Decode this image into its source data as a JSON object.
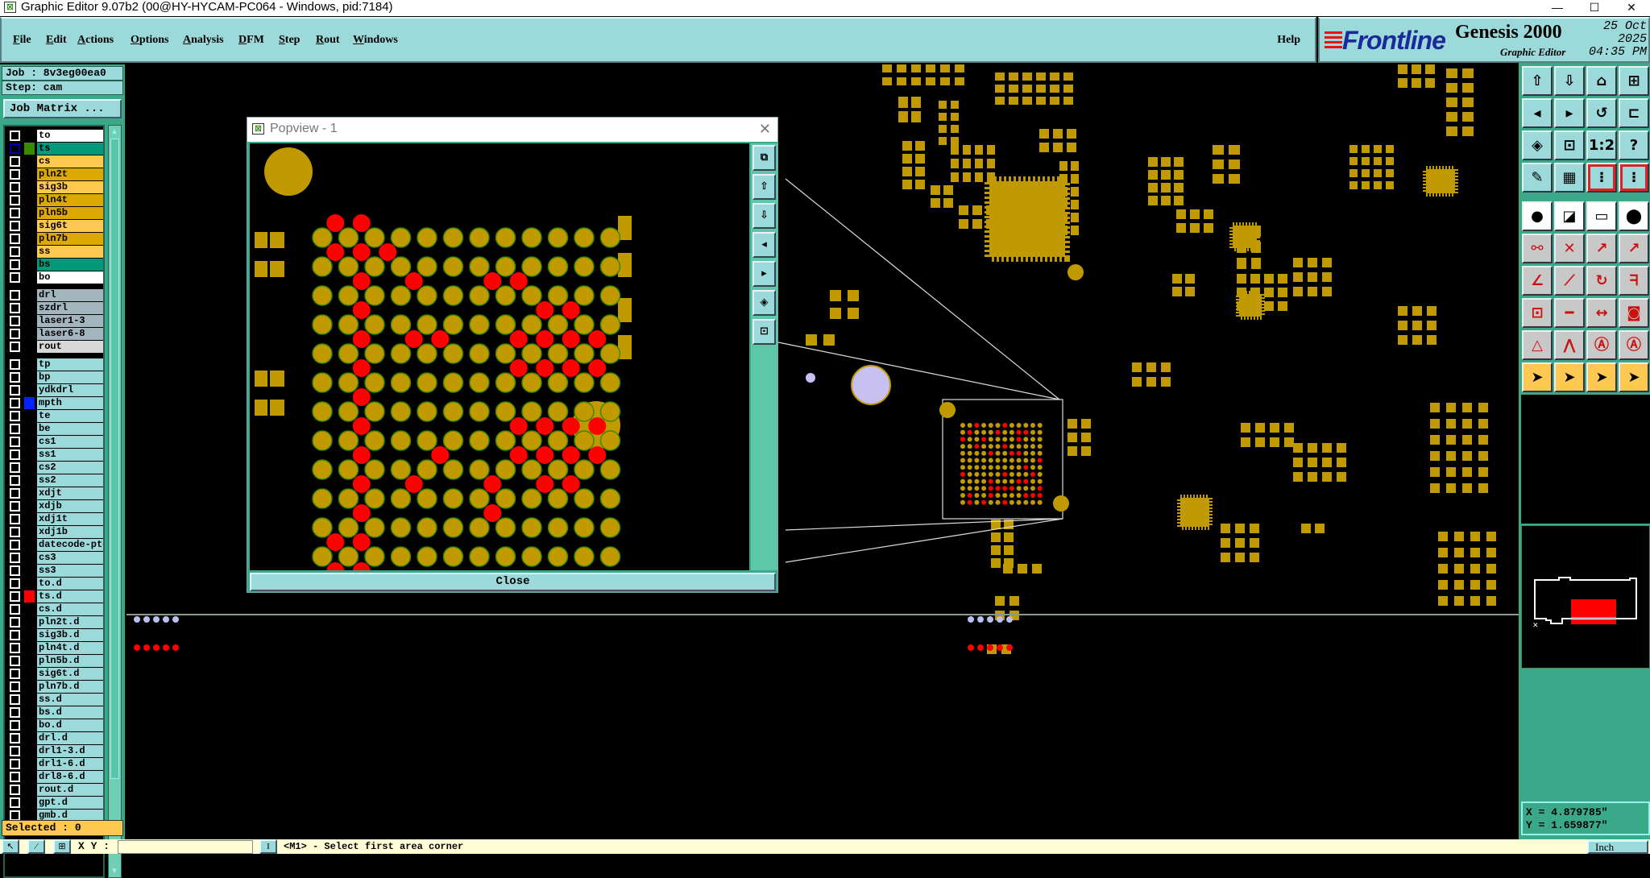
{
  "window": {
    "title": "Graphic Editor 9.07b2 (00@HY-HYCAM-PC064 - Windows, pid:7184)",
    "minimize": "—",
    "maximize": "☐",
    "close": "✕"
  },
  "menu": [
    "File",
    "Edit",
    "Actions",
    "Options",
    "Analysis",
    "DFM",
    "Step",
    "Rout",
    "Windows"
  ],
  "help": "Help",
  "brand": {
    "logo": "Frontline",
    "product": "Genesis 2000",
    "subtitle": "Graphic Editor",
    "date": "25 Oct 2025",
    "time": "04:35 PM"
  },
  "job": {
    "job": "Job : 8v3eg00ea0",
    "step": "Step: cam",
    "job_matrix": "Job Matrix ..."
  },
  "layers": [
    {
      "name": "to",
      "color": "#ffffff",
      "group": 0
    },
    {
      "name": "ts",
      "color": "#00997a",
      "group": 0,
      "swatch": "#3a8a00",
      "active": true
    },
    {
      "name": "cs",
      "color": "#ffc850",
      "group": 0
    },
    {
      "name": "pln2t",
      "color": "#dda800",
      "group": 0
    },
    {
      "name": "sig3b",
      "color": "#ffc850",
      "group": 0
    },
    {
      "name": "pln4t",
      "color": "#dda800",
      "group": 0
    },
    {
      "name": "pln5b",
      "color": "#dda800",
      "group": 0
    },
    {
      "name": "sig6t",
      "color": "#ffc850",
      "group": 0
    },
    {
      "name": "pln7b",
      "color": "#dda800",
      "group": 0
    },
    {
      "name": "ss",
      "color": "#ffc850",
      "group": 0
    },
    {
      "name": "bs",
      "color": "#00997a",
      "group": 0
    },
    {
      "name": "bo",
      "color": "#ffffff",
      "group": 0
    },
    {
      "name": "drl",
      "color": "#a3b5bd",
      "group": 1
    },
    {
      "name": "szdrl",
      "color": "#a3b5bd",
      "group": 1
    },
    {
      "name": "laser1-3",
      "color": "#a3b5bd",
      "group": 1
    },
    {
      "name": "laser6-8",
      "color": "#a3b5bd",
      "group": 1
    },
    {
      "name": "rout",
      "color": "#d8d8d8",
      "group": 1
    },
    {
      "name": "tp",
      "color": "#9cd9da",
      "group": 2
    },
    {
      "name": "bp",
      "color": "#9cd9da",
      "group": 2
    },
    {
      "name": "ydkdrl",
      "color": "#9cd9da",
      "group": 2
    },
    {
      "name": "mpth",
      "color": "#9cd9da",
      "group": 2,
      "swatch": "#0022ff"
    },
    {
      "name": "te",
      "color": "#9cd9da",
      "group": 2
    },
    {
      "name": "be",
      "color": "#9cd9da",
      "group": 2
    },
    {
      "name": "cs1",
      "color": "#9cd9da",
      "group": 2
    },
    {
      "name": "ss1",
      "color": "#9cd9da",
      "group": 2
    },
    {
      "name": "cs2",
      "color": "#9cd9da",
      "group": 2
    },
    {
      "name": "ss2",
      "color": "#9cd9da",
      "group": 2
    },
    {
      "name": "xdjt",
      "color": "#9cd9da",
      "group": 2
    },
    {
      "name": "xdjb",
      "color": "#9cd9da",
      "group": 2
    },
    {
      "name": "xdj1t",
      "color": "#9cd9da",
      "group": 2
    },
    {
      "name": "xdj1b",
      "color": "#9cd9da",
      "group": 2
    },
    {
      "name": "datecode-pto",
      "color": "#9cd9da",
      "group": 2
    },
    {
      "name": "cs3",
      "color": "#9cd9da",
      "group": 2
    },
    {
      "name": "ss3",
      "color": "#9cd9da",
      "group": 2
    },
    {
      "name": "to.d",
      "color": "#9cd9da",
      "group": 2
    },
    {
      "name": "ts.d",
      "color": "#9cd9da",
      "group": 2,
      "swatch": "#ff0000"
    },
    {
      "name": "cs.d",
      "color": "#9cd9da",
      "group": 2
    },
    {
      "name": "pln2t.d",
      "color": "#9cd9da",
      "group": 2
    },
    {
      "name": "sig3b.d",
      "color": "#9cd9da",
      "group": 2
    },
    {
      "name": "pln4t.d",
      "color": "#9cd9da",
      "group": 2
    },
    {
      "name": "pln5b.d",
      "color": "#9cd9da",
      "group": 2
    },
    {
      "name": "sig6t.d",
      "color": "#9cd9da",
      "group": 2
    },
    {
      "name": "pln7b.d",
      "color": "#9cd9da",
      "group": 2
    },
    {
      "name": "ss.d",
      "color": "#9cd9da",
      "group": 2
    },
    {
      "name": "bs.d",
      "color": "#9cd9da",
      "group": 2
    },
    {
      "name": "bo.d",
      "color": "#9cd9da",
      "group": 2
    },
    {
      "name": "drl.d",
      "color": "#9cd9da",
      "group": 2
    },
    {
      "name": "drl1-3.d",
      "color": "#9cd9da",
      "group": 2
    },
    {
      "name": "drl1-6.d",
      "color": "#9cd9da",
      "group": 2
    },
    {
      "name": "drl8-6.d",
      "color": "#9cd9da",
      "group": 2
    },
    {
      "name": "rout.d",
      "color": "#9cd9da",
      "group": 2
    },
    {
      "name": "gpt.d",
      "color": "#9cd9da",
      "group": 2
    },
    {
      "name": "gmb.d",
      "color": "#9cd9da",
      "group": 2
    }
  ],
  "selected": "Selected : 0",
  "status": {
    "xy_label": "X Y :",
    "xy_value": "",
    "prompt": "<M1> - Select first area corner",
    "units": "Inch"
  },
  "coords": {
    "x": "X = 4.879785\"",
    "y": "Y = 1.659877\""
  },
  "popview": {
    "title": "Popview - 1",
    "close_label": "Close"
  },
  "toolbar": [
    {
      "icon": "zoom-in-layer-icon",
      "glyph": "⇧",
      "style": "t"
    },
    {
      "icon": "zoom-out-layer-icon",
      "glyph": "⇩",
      "style": "t"
    },
    {
      "icon": "home-icon",
      "glyph": "⌂",
      "style": "t"
    },
    {
      "icon": "xy-window-icon",
      "glyph": "⊞",
      "style": "t"
    },
    {
      "icon": "pan-left-icon",
      "glyph": "◂",
      "style": "t"
    },
    {
      "icon": "pan-right-icon",
      "glyph": "▸",
      "style": "t"
    },
    {
      "icon": "undo-view-icon",
      "glyph": "↺",
      "style": "t"
    },
    {
      "icon": "snap-icon",
      "glyph": "⊏",
      "style": "t"
    },
    {
      "icon": "zoom-fit-icon",
      "glyph": "◈",
      "style": "t"
    },
    {
      "icon": "zoom-center-icon",
      "glyph": "⊡",
      "style": "t"
    },
    {
      "icon": "scale-1-2-icon",
      "glyph": "1:2",
      "style": "t"
    },
    {
      "icon": "help-icon",
      "glyph": "?",
      "style": "t"
    },
    {
      "icon": "tools-icon",
      "glyph": "✎",
      "style": "t"
    },
    {
      "icon": "grid-icon",
      "glyph": "▦",
      "style": "t"
    },
    {
      "icon": "netlist-top-icon",
      "glyph": "⁝",
      "style": "r"
    },
    {
      "icon": "netlist-bottom-icon",
      "glyph": "⁝",
      "style": "r"
    },
    {
      "icon": "select-feature-icon",
      "glyph": "●",
      "style": "w"
    },
    {
      "icon": "measure-icon",
      "glyph": "◪",
      "style": "w"
    },
    {
      "icon": "ruler-icon",
      "glyph": "▭",
      "style": "w"
    },
    {
      "icon": "pad-icon",
      "glyph": "⬤",
      "style": "w"
    },
    {
      "icon": "connect-icon",
      "glyph": "⚯",
      "style": "g"
    },
    {
      "icon": "delete-icon",
      "glyph": "✕",
      "style": "g"
    },
    {
      "icon": "move-icon",
      "glyph": "↗",
      "style": "g"
    },
    {
      "icon": "copy-icon",
      "glyph": "↗",
      "style": "g"
    },
    {
      "icon": "angle-line-icon",
      "glyph": "∠",
      "style": "g"
    },
    {
      "icon": "line-icon",
      "glyph": "⟋",
      "style": "g"
    },
    {
      "icon": "rotate-icon",
      "glyph": "↻",
      "style": "g"
    },
    {
      "icon": "mirror-icon",
      "glyph": "ᖷ",
      "style": "g"
    },
    {
      "icon": "resize-icon",
      "glyph": "⊡",
      "style": "g"
    },
    {
      "icon": "break-icon",
      "glyph": "━",
      "style": "g"
    },
    {
      "icon": "spacing-icon",
      "glyph": "↔",
      "style": "g"
    },
    {
      "icon": "contour-icon",
      "glyph": "◙",
      "style": "g"
    },
    {
      "icon": "triangle-fill-icon",
      "glyph": "△",
      "style": "g"
    },
    {
      "icon": "arc-icon",
      "glyph": "⋀",
      "style": "g"
    },
    {
      "icon": "arc-bar-icon",
      "glyph": "Ⓐ",
      "style": "g"
    },
    {
      "icon": "arc-cross-icon",
      "glyph": "Ⓐ",
      "style": "g"
    },
    {
      "icon": "pointer-icon",
      "glyph": "➤",
      "style": "o"
    },
    {
      "icon": "select-box-icon",
      "glyph": "➤",
      "style": "o"
    },
    {
      "icon": "select-polygon-icon",
      "glyph": "➤",
      "style": "o"
    },
    {
      "icon": "select-net-icon",
      "glyph": "➤",
      "style": "o"
    }
  ],
  "popview_toolbar": [
    "popout-icon",
    "zoom-in-icon",
    "zoom-out-icon",
    "pan-left-icon",
    "pan-right-icon",
    "fit-icon",
    "center-icon"
  ],
  "colors": {
    "pad": "#c09a00",
    "highlight": "#ff0000",
    "panel": "#9cd9da",
    "accent": "#3aa98a"
  }
}
